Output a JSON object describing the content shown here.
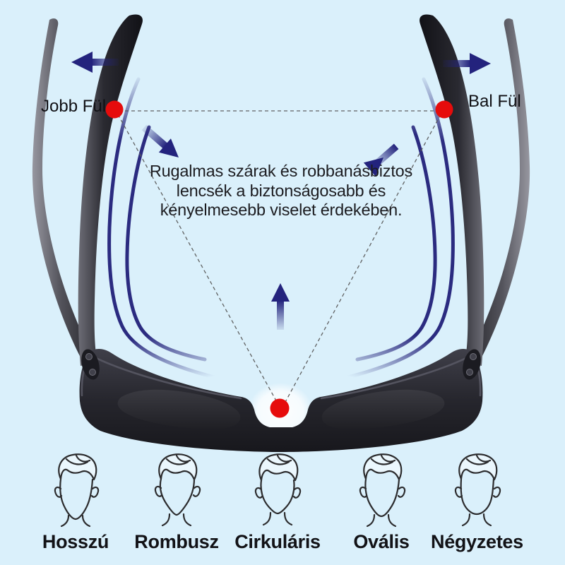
{
  "page": {
    "background": "#daf0fb",
    "kind": "sunglasses flexible-temple feature diagram"
  },
  "colors": {
    "arrow_navy": "#23237d",
    "curve_navy": "#2b2b80",
    "dot_red": "#e60c0c",
    "frame_dark": "#26262d",
    "dash_gray": "#5a5a5a"
  },
  "ear_markers": {
    "right_label": "Jobb Fül",
    "left_label": "Bal Fül"
  },
  "description": {
    "line1": "Rugalmas szárak és robbanásbiztos",
    "line2": "lencsék a biztonságosabb és",
    "line3": "kényelmesebb viselet érdekében."
  },
  "face_shapes": {
    "items": [
      {
        "label": "Hosszú"
      },
      {
        "label": "Rombusz"
      },
      {
        "label": "Cirkuláris"
      },
      {
        "label": "Ovális"
      },
      {
        "label": "Négyzetes"
      }
    ]
  },
  "icons": {
    "names": [
      "arrow-left-icon",
      "arrow-right-icon",
      "arrow-down-right-icon",
      "arrow-down-left-icon",
      "arrow-up-icon",
      "ear-pivot-dot-right",
      "ear-pivot-dot-left",
      "nose-bridge-dot",
      "dashed-guide-triangle",
      "flex-motion-curve",
      "sunglasses-top-view",
      "face-shape-icon"
    ]
  }
}
